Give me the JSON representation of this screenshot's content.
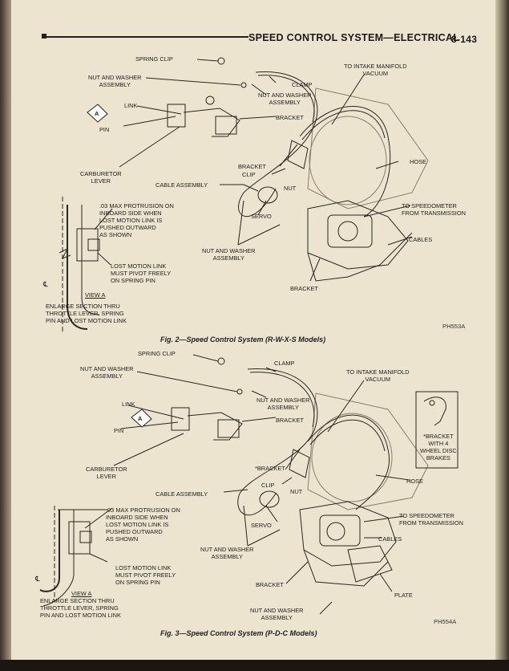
{
  "header": {
    "section_title": "SPEED CONTROL SYSTEM—ELECTRICAL",
    "page_number": "8-143"
  },
  "figure2": {
    "labels": {
      "spring_clip": "SPRING CLIP",
      "nut_washer_1": "NUT AND WASHER\nASSEMBLY",
      "link": "LINK",
      "pin": "PIN",
      "carb_lever": "CARBURETOR\nLEVER",
      "clamp": "CLAMP",
      "nut_washer_2": "NUT AND WASHER\nASSEMBLY",
      "bracket_top": "BRACKET",
      "intake": "TO INTAKE MANIFOLD\nVACUUM",
      "hose": "HOSE",
      "bracket_mid": "BRACKET",
      "clip": "CLIP",
      "nut": "NUT",
      "cable_assembly": "CABLE ASSEMBLY",
      "speedometer": "TO SPEEDOMETER\nFROM TRANSMISSION",
      "servo": "SERVO",
      "cables": "CABLES",
      "nut_washer_3": "NUT AND WASHER\nASSEMBLY",
      "bracket_bottom": "BRACKET",
      "protrusion": ".03 MAX PROTRUSION ON\nINBOARD SIDE WHEN\nLOST MOTION LINK IS\nPUSHED OUTWARD\nAS SHOWN",
      "lost_motion": "LOST MOTION LINK\nMUST PIVOT FREELY\nON SPRING PIN",
      "cl": "℄",
      "view_a": "VIEW A",
      "enlarge": "ENLARGE SECTION THRU\nTHROTTLE LEVER, SPRING\nPIN AND LOST MOTION LINK",
      "a_marker": "A"
    },
    "code": "PH553A",
    "caption": "Fig. 2—Speed Control System (R-W-X-S Models)"
  },
  "figure3": {
    "labels": {
      "spring_clip": "SPRING CLIP",
      "nut_washer_1": "NUT AND WASHER\nASSEMBLY",
      "clamp": "CLAMP",
      "nut_washer_2": "NUT AND WASHER\nASSEMBLY",
      "bracket_top": "BRACKET",
      "link": "LINK",
      "pin": "PIN",
      "carb_lever": "CARBURETOR\nLEVER",
      "intake": "TO INTAKE MANIFOLD\nVACUUM",
      "inset": "*BRACKET\nWITH 4\nWHEEL DISC\nBRAKES",
      "bracket_star": "*BRACKET",
      "hose": "HOSE",
      "clip": "CLIP",
      "nut": "NUT",
      "cable_assembly": "CABLE ASSEMBLY",
      "protrusion": ".03 MAX PROTRUSION ON\nINBOARD SIDE WHEN\nLOST MOTION LINK IS\nPUSHED OUTWARD\nAS SHOWN",
      "speedometer": "TO SPEEDOMETER\nFROM TRANSMISSION",
      "servo": "SERVO",
      "cables": "CABLES",
      "nut_washer_3": "NUT AND WASHER\nASSEMBLY",
      "lost_motion": "LOST MOTION LINK\nMUST PIVOT FREELY\nON SPRING PIN",
      "bracket_bottom": "BRACKET",
      "plate": "PLATE",
      "cl": "℄",
      "view_a": "VIEW A",
      "enlarge": "ENLARGE SECTION THRU\nTHROTTLE LEVER, SPRING\nPIN AND LOST MOTION LINK",
      "nut_washer_4": "NUT AND WASHER\nASSEMBLY",
      "a_marker": "A"
    },
    "code": "PH554A",
    "caption": "Fig. 3—Speed Control System (P-D-C Models)"
  }
}
